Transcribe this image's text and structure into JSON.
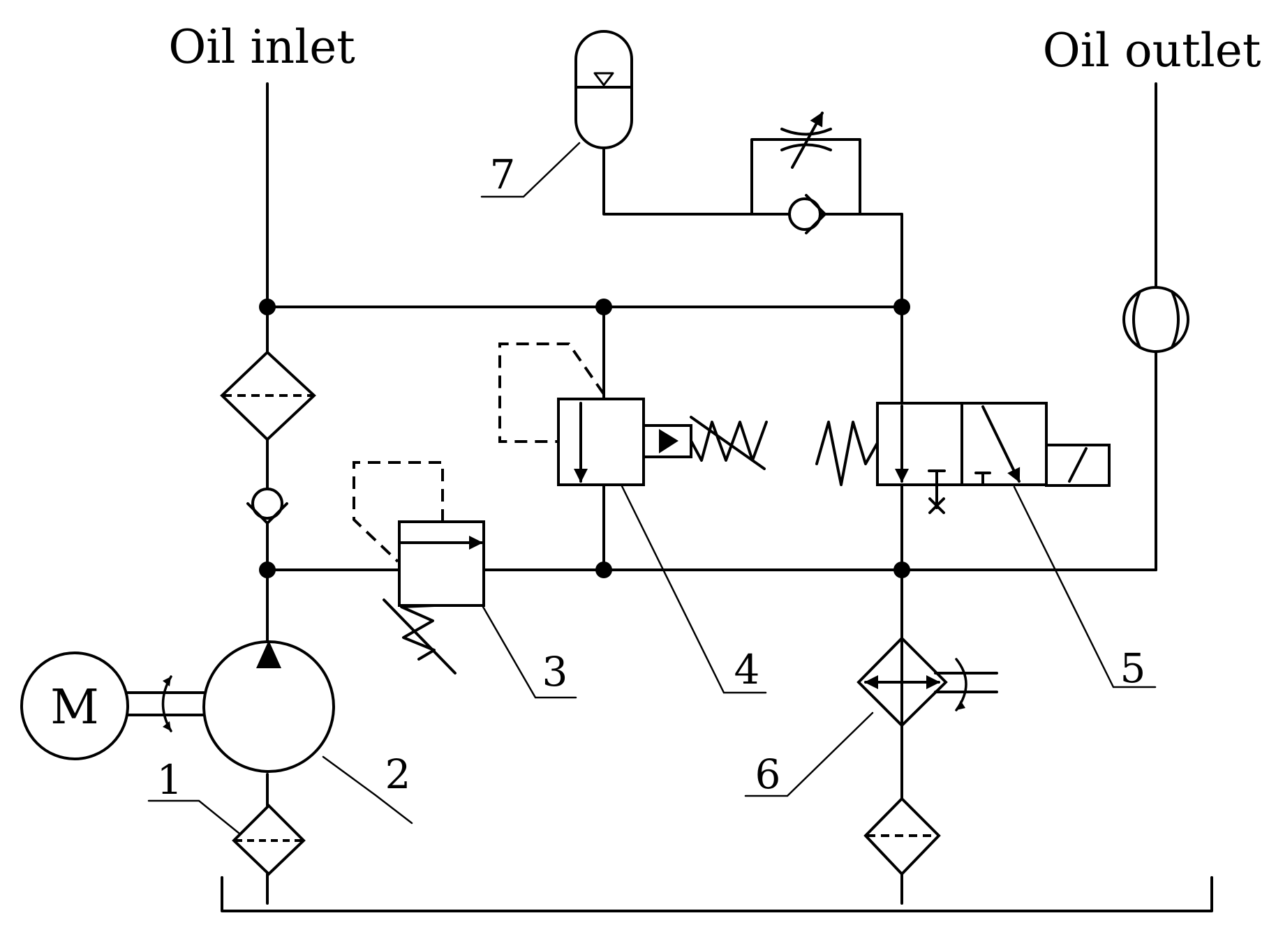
{
  "labels": {
    "oil_inlet": "Oil inlet",
    "oil_outlet": "Oil outlet",
    "motor": "M"
  },
  "callouts": [
    "1",
    "2",
    "3",
    "4",
    "5",
    "6",
    "7"
  ],
  "colors": {
    "line": "#000000",
    "background": "#ffffff"
  }
}
